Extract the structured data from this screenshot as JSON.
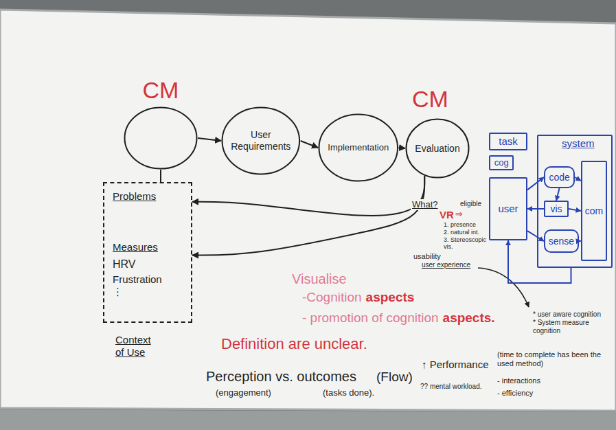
{
  "diagram": {
    "nodes": [
      {
        "text": [
          "CM"
        ]
      },
      {
        "text": [
          "User Requirements"
        ]
      },
      {
        "text": [
          "Implementation"
        ]
      },
      {
        "text": [
          "Evaluation"
        ]
      },
      {
        "text": [
          "Problems",
          "Measures",
          "HRV",
          "Frustration",
          "⋮"
        ]
      },
      {
        "text": [
          "task"
        ]
      },
      {
        "text": [
          "cog"
        ]
      },
      {
        "text": [
          "user"
        ]
      },
      {
        "text": [
          "system"
        ]
      },
      {
        "text": [
          "code"
        ],
        "in": 8
      },
      {
        "text": [
          "vis"
        ],
        "in": 8
      },
      {
        "text": [
          "sense"
        ],
        "in": 8
      },
      {
        "text": [
          "com"
        ],
        "in": 8
      }
    ],
    "edges": [
      {
        "from": 0,
        "to": 1,
        "arrow": "to"
      },
      {
        "from": 1,
        "to": 2,
        "arrow": "to"
      },
      {
        "from": 2,
        "to": 3,
        "arrow": "to"
      },
      {
        "from": 0,
        "to": 4,
        "arrow": "none"
      },
      {
        "from": 3,
        "to": 4,
        "arrow": "to"
      },
      {
        "from": 3,
        "to": 4,
        "arrow": "to"
      },
      {
        "from": 7,
        "to": 9,
        "arrow": "to"
      },
      {
        "from": 10,
        "to": 7,
        "arrow": "to"
      },
      {
        "from": 7,
        "to": 11,
        "arrow": "to"
      },
      {
        "from": 9,
        "to": 10,
        "arrow": "to"
      },
      {
        "from": 9,
        "to": 12,
        "arrow": "to"
      },
      {
        "from": 10,
        "to": 12,
        "arrow": "to"
      },
      {
        "from": 11,
        "to": 12,
        "arrow": "to"
      },
      {
        "from": 8,
        "to": 7,
        "arrow": "to"
      }
    ],
    "labels": [
      "CM",
      "What?",
      "VR",
      "⇒",
      "eligible",
      "1. presence",
      "2. natural int.",
      "3. Stereoscopic vis.",
      "usability",
      "user experience",
      "Visualise",
      "-Cognition",
      "aspects",
      "- promotion of cognition",
      "aspects.",
      "* user aware cognition",
      "* System measure cognition",
      "Context of Use",
      "Definition are unclear.",
      "Perception vs. outcomes",
      "(engagement)",
      "(tasks done).",
      "(Flow)",
      "↑ Performance",
      "(time to complete has been the used method)",
      "?? mental workload.",
      "- interactions",
      "- efficiency"
    ]
  }
}
